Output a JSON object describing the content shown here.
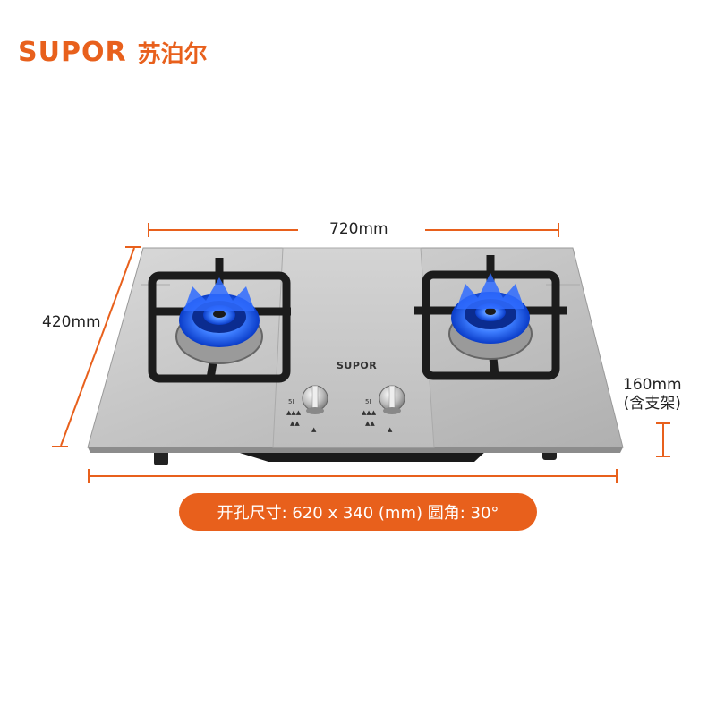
{
  "brand": {
    "logo_text": "SUPOR",
    "cn_name": "苏泊尔",
    "accent_color": "#e8601c"
  },
  "dimensions": {
    "width": "720mm",
    "depth": "420mm",
    "height_value": "160mm",
    "height_note": "(含支架)"
  },
  "product": {
    "logo_text": "SUPOR",
    "burner_count": 2,
    "knob_count": 2,
    "flame_color": "#1e6bff"
  },
  "cutout": {
    "text": "开孔尺寸: 620 x 340 (mm)  圆角: 30°"
  }
}
